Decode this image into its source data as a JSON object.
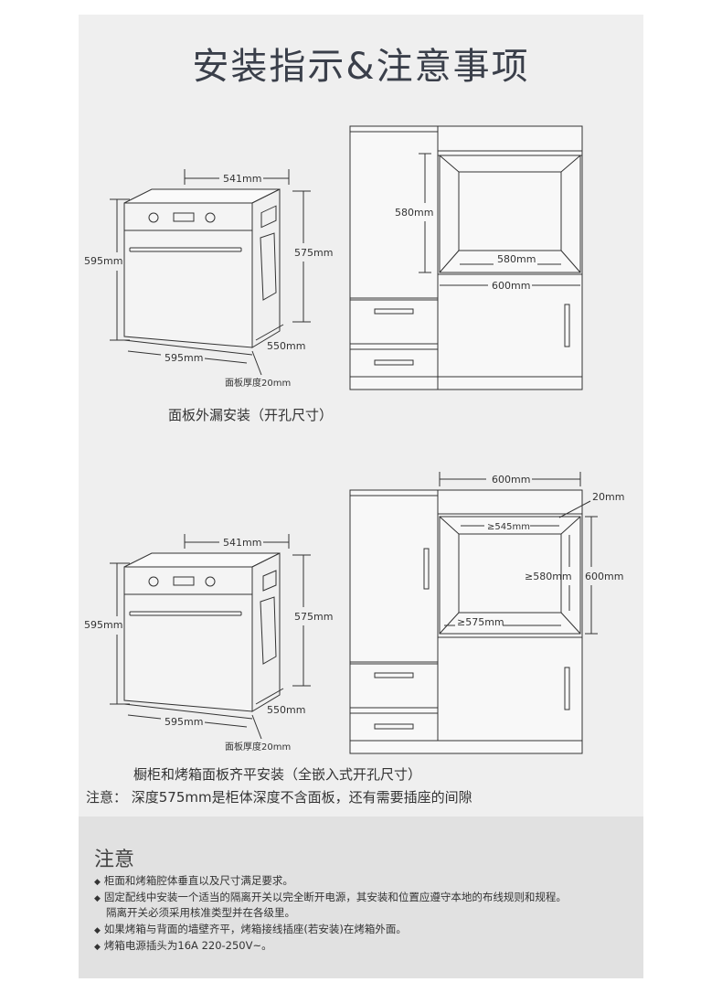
{
  "title": "安装指示&注意事项",
  "section1": {
    "caption": "面板外漏安装（开孔尺寸）",
    "oven": {
      "width_top": "541mm",
      "height_left": "595mm",
      "height_right": "575mm",
      "depth": "550mm",
      "width_bottom": "595mm",
      "panel_thickness": "面板厚度20mm"
    },
    "cabinet": {
      "opening_height": "580mm",
      "opening_width": "580mm",
      "cabinet_width": "600mm"
    }
  },
  "section2": {
    "caption": "橱柜和烤箱面板齐平安装（全嵌入式开孔尺寸）",
    "oven": {
      "width_top": "541mm",
      "height_left": "595mm",
      "height_right": "575mm",
      "depth": "550mm",
      "width_bottom": "595mm",
      "panel_thickness": "面板厚度20mm"
    },
    "cabinet": {
      "cabinet_width": "600mm",
      "frame_gap": "20mm",
      "inner_top": "≥545mm",
      "inner_height": "≥580mm",
      "outer_height": "600mm",
      "inner_bottom": "≥575mm"
    }
  },
  "depth_note": "注意：  深度575mm是柜体深度不含面板，还有需要插座的间隙",
  "notes": {
    "heading": "注意",
    "items": [
      "柜面和烤箱腔体垂直以及尺寸满足要求。",
      "固定配线中安装一个适当的隔离开关以完全断开电源，其安装和位置应遵守本地的布线规则和规程。",
      "隔离开关必须采用核准类型并在各级里。",
      "如果烤箱与背面的墙壁齐平，烤箱接线插座(若安装)在烤箱外面。",
      "烤箱电源插头为16A 220-250V~。"
    ]
  }
}
